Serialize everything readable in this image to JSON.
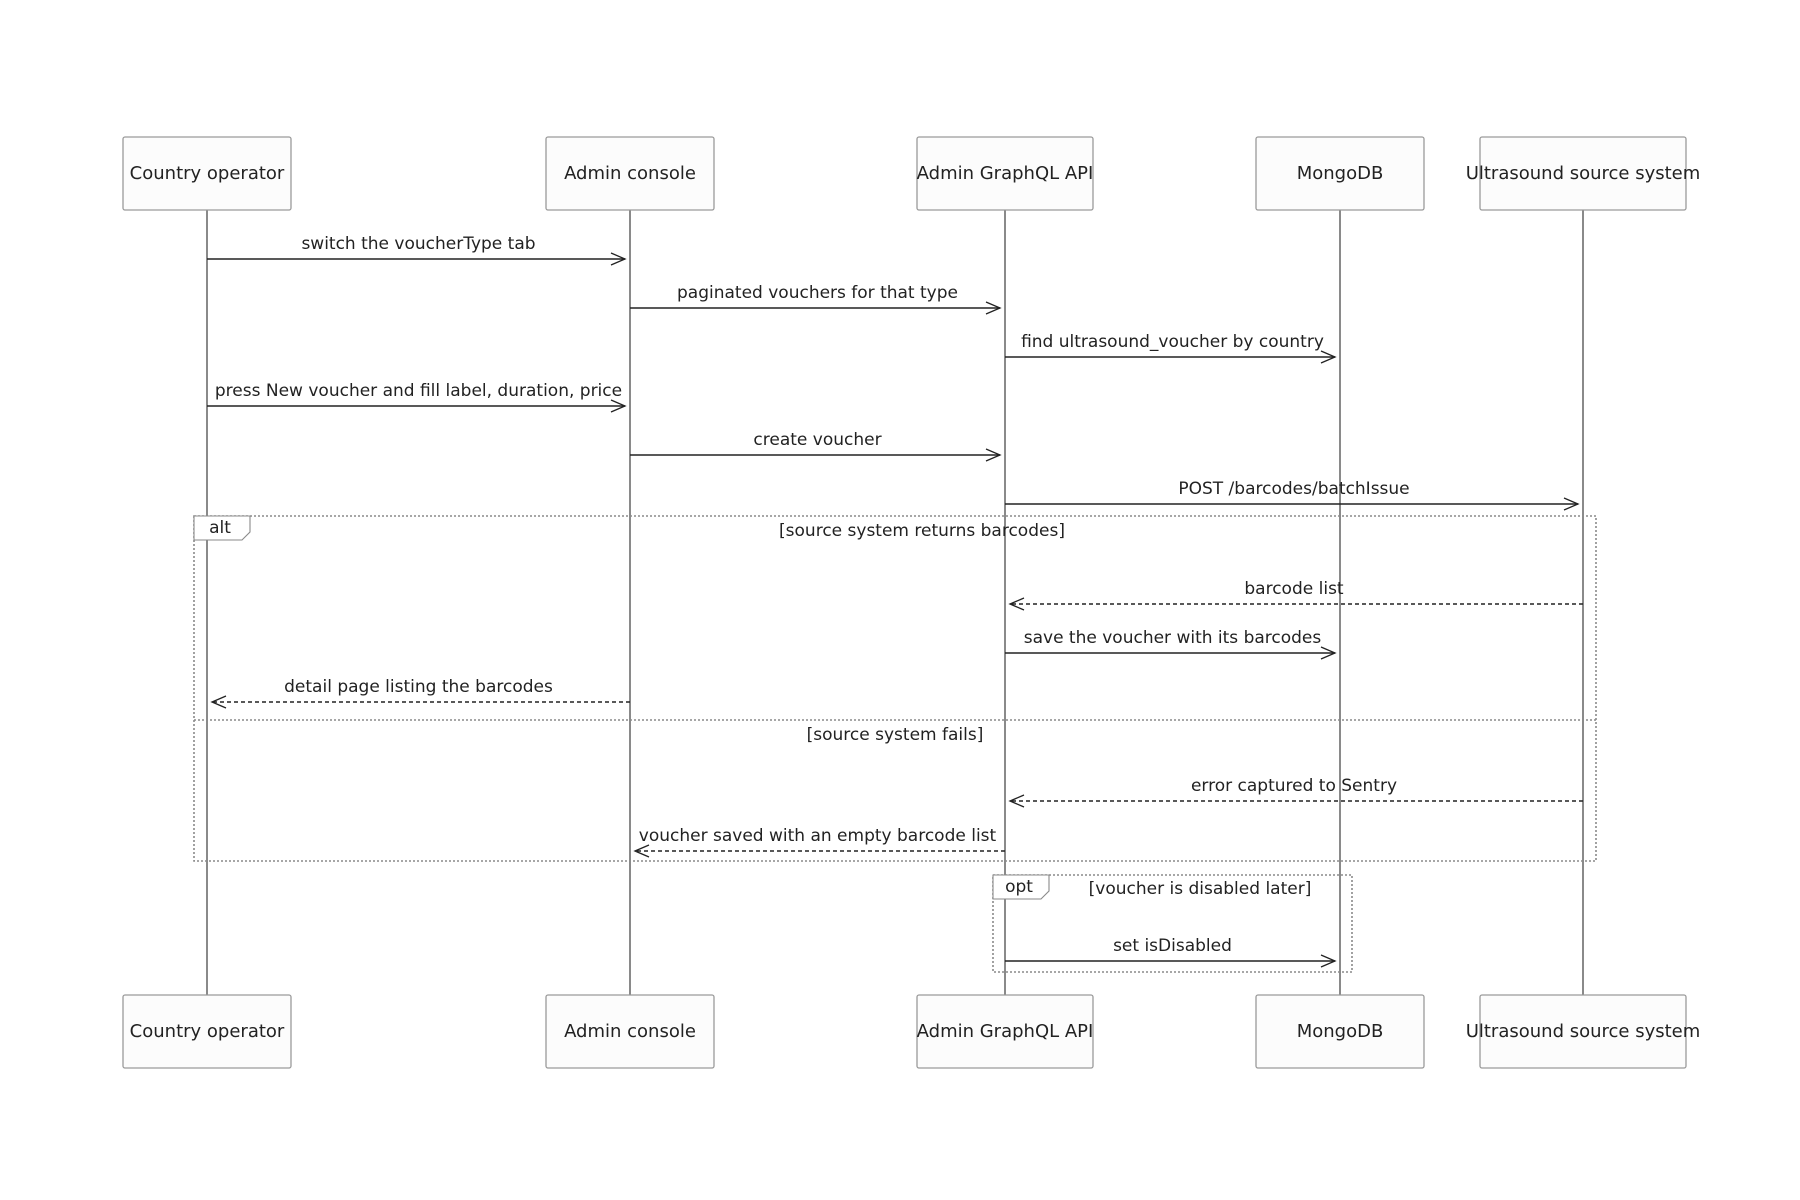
{
  "participants": [
    {
      "id": "operator",
      "label": "Country operator"
    },
    {
      "id": "console",
      "label": "Admin console"
    },
    {
      "id": "api",
      "label": "Admin GraphQL API"
    },
    {
      "id": "mongo",
      "label": "MongoDB"
    },
    {
      "id": "source",
      "label": "Ultrasound source system"
    }
  ],
  "messages": [
    {
      "from": "operator",
      "to": "console",
      "label": "switch the voucherType tab",
      "style": "solid"
    },
    {
      "from": "console",
      "to": "api",
      "label": "paginated vouchers for that type",
      "style": "solid"
    },
    {
      "from": "api",
      "to": "mongo",
      "label": "find ultrasound_voucher by country",
      "style": "solid"
    },
    {
      "from": "operator",
      "to": "console",
      "label": "press New voucher and fill label, duration, price",
      "style": "solid"
    },
    {
      "from": "console",
      "to": "api",
      "label": "create voucher",
      "style": "solid"
    },
    {
      "from": "api",
      "to": "source",
      "label": "POST /barcodes/batchIssue",
      "style": "solid"
    },
    {
      "from": "source",
      "to": "api",
      "label": "barcode list",
      "style": "dashed"
    },
    {
      "from": "api",
      "to": "mongo",
      "label": "save the voucher with its barcodes",
      "style": "solid"
    },
    {
      "from": "console",
      "to": "operator",
      "label": "detail page listing the barcodes",
      "style": "dashed"
    },
    {
      "from": "source",
      "to": "api",
      "label": "error captured to Sentry",
      "style": "dashed"
    },
    {
      "from": "api",
      "to": "console",
      "label": "voucher saved with an empty barcode list",
      "style": "dashed"
    },
    {
      "from": "api",
      "to": "mongo",
      "label": "set isDisabled",
      "style": "solid"
    }
  ],
  "fragments": [
    {
      "kind": "alt",
      "sections": [
        "[source system returns barcodes]",
        "[source system fails]"
      ]
    },
    {
      "kind": "opt",
      "sections": [
        "[voucher is disabled later]"
      ]
    }
  ]
}
